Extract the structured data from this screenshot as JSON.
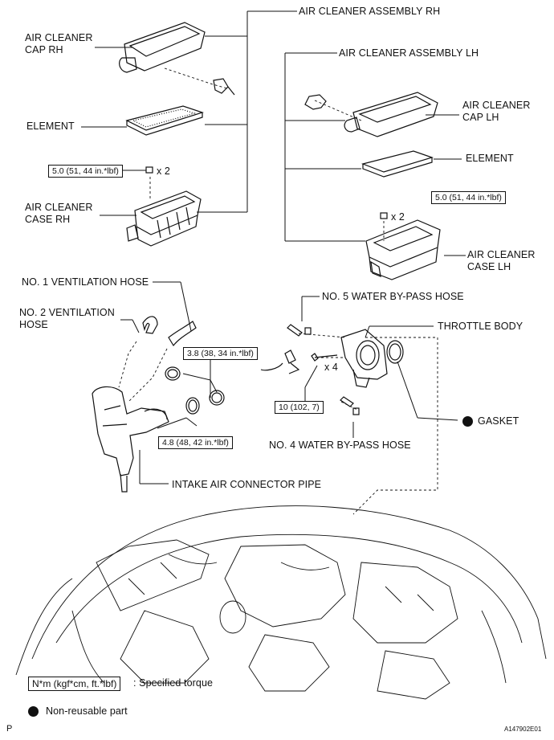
{
  "labels": {
    "air_cleaner_assembly_rh": "AIR CLEANER ASSEMBLY RH",
    "air_cleaner_cap_rh": "AIR CLEANER\nCAP RH",
    "element_rh": "ELEMENT",
    "air_cleaner_case_rh": "AIR CLEANER\nCASE RH",
    "air_cleaner_assembly_lh": "AIR CLEANER ASSEMBLY LH",
    "air_cleaner_cap_lh": "AIR CLEANER\nCAP LH",
    "element_lh": "ELEMENT",
    "air_cleaner_case_lh": "AIR CLEANER\nCASE LH",
    "no1_ventilation_hose": "NO. 1 VENTILATION HOSE",
    "no2_ventilation_hose": "NO. 2 VENTILATION\nHOSE",
    "no5_water_bypass_hose": "NO. 5 WATER BY-PASS HOSE",
    "throttle_body": "THROTTLE BODY",
    "gasket": "GASKET",
    "no4_water_bypass_hose": "NO. 4 WATER BY-PASS HOSE",
    "intake_air_connector_pipe": "INTAKE AIR CONNECTOR PIPE"
  },
  "torques": {
    "case_rh_nut": "5.0 (51, 44 in.*lbf)",
    "case_lh_nut": "5.0 (51, 44 in.*lbf)",
    "clamp_upper": "3.8 (38, 34 in.*lbf)",
    "clamp_lower": "4.8 (48, 42 in.*lbf)",
    "throttle_bolt": "10 (102, 7)"
  },
  "quantities": {
    "case_rh_nut": "x 2",
    "case_lh_nut": "x 2",
    "throttle_bolt": "x 4"
  },
  "legend": {
    "torque_unit": "N*m (kgf*cm, ft.*lbf)",
    "torque_desc": ": Specified torque",
    "nonreusable_desc": "Non-reusable part"
  },
  "footer": {
    "page_mark": "P",
    "figure_code": "A147902E01"
  },
  "colors": {
    "ink": "#111111",
    "background": "#ffffff"
  }
}
